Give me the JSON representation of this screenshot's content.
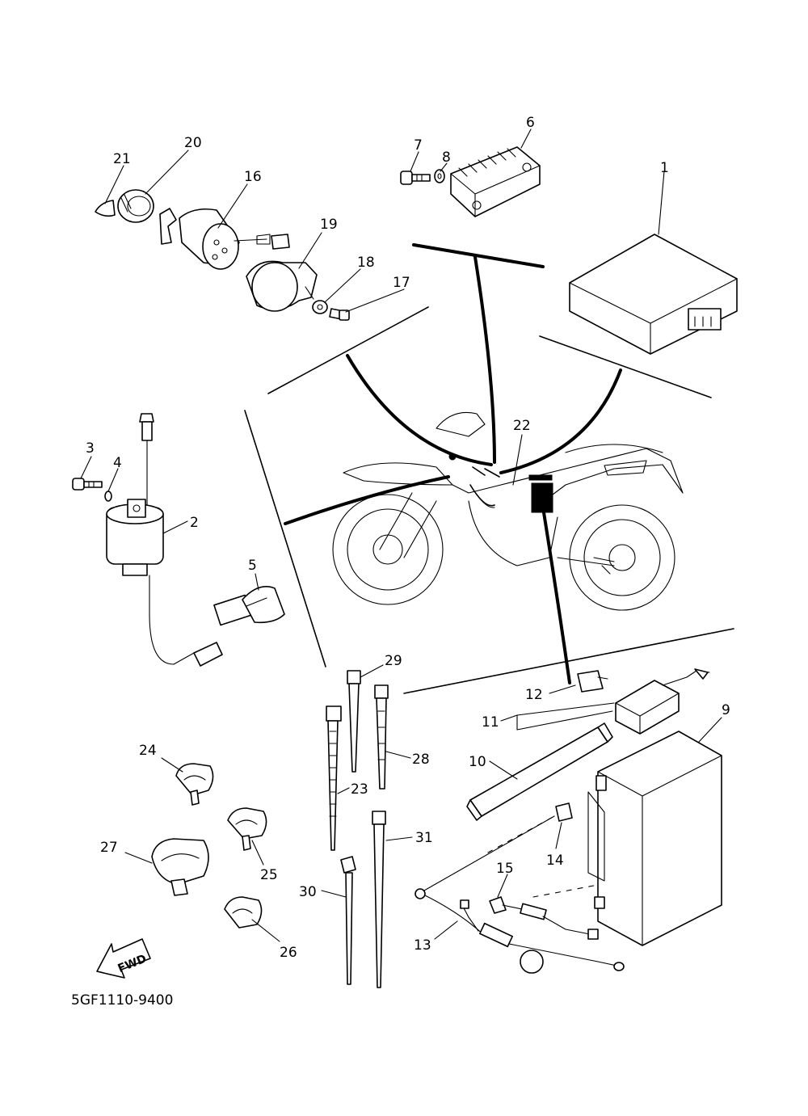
{
  "diagram": {
    "part_code": "5GF1110-9400",
    "fwd_label": "FWD",
    "callouts": [
      "1",
      "2",
      "3",
      "4",
      "5",
      "6",
      "7",
      "8",
      "9",
      "10",
      "11",
      "12",
      "13",
      "14",
      "15",
      "16",
      "17",
      "18",
      "19",
      "20",
      "21",
      "22",
      "23",
      "24",
      "25",
      "26",
      "27",
      "28",
      "29",
      "30",
      "31"
    ]
  }
}
